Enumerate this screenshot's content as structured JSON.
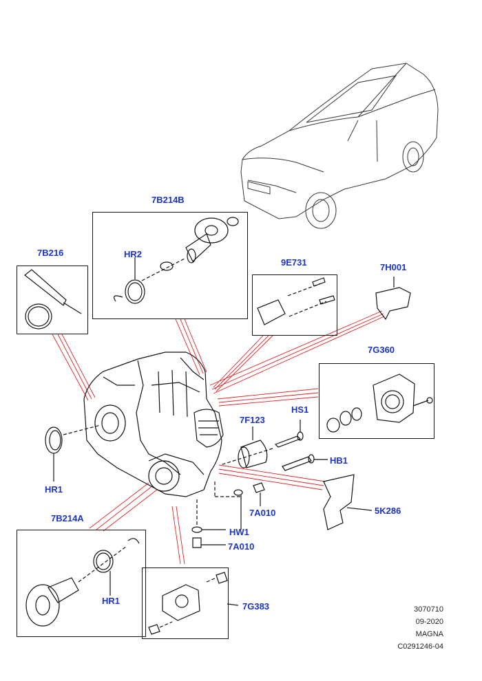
{
  "labels": {
    "p7B214B": "7B214B",
    "p7B216": "7B216",
    "pHR2": "HR2",
    "p9E731": "9E731",
    "p7H001": "7H001",
    "p7G360": "7G360",
    "p7F123": "7F123",
    "pHS1": "HS1",
    "pHB1": "HB1",
    "pHR1a": "HR1",
    "pHR1b": "HR1",
    "p5K286": "5K286",
    "p7A010a": "7A010",
    "p7A010b": "7A010",
    "pHW1": "HW1",
    "p7B214A": "7B214A",
    "p7G383": "7G383"
  },
  "footer": {
    "code": "3070710",
    "date": "09-2020",
    "maker": "MAGNA",
    "ref": "C0291246-04"
  },
  "colors": {
    "callout": "#1a33c9",
    "leader": "#e02020",
    "line": "#111111"
  }
}
